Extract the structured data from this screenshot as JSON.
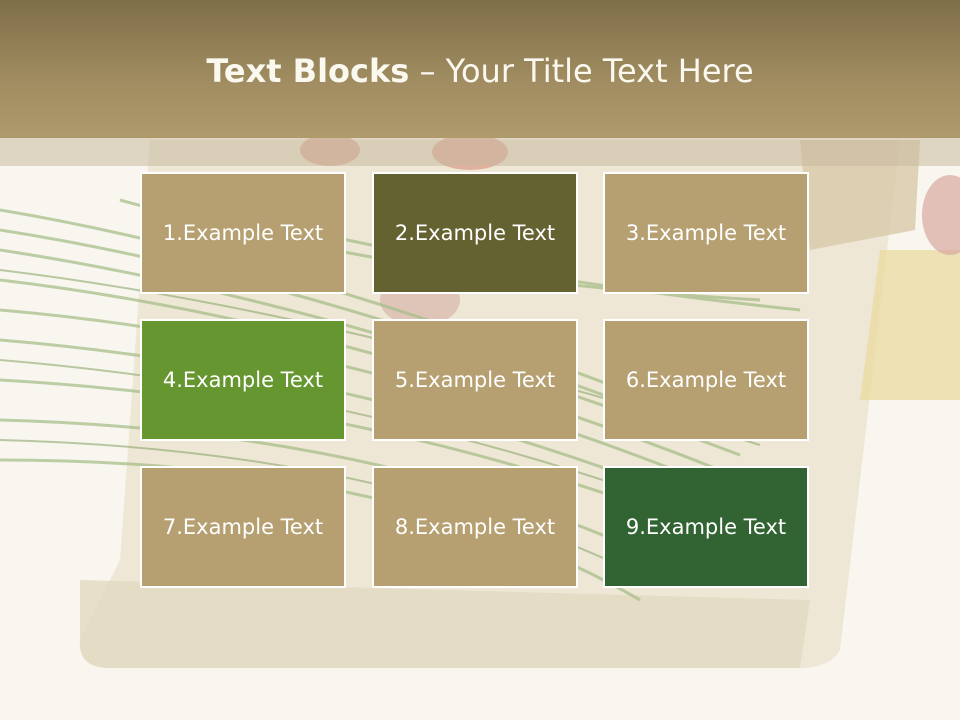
{
  "slide": {
    "title_bold": "Text Blocks",
    "title_dash": " – ",
    "title_rest": "Your Title Text Here"
  },
  "colors": {
    "header": "#a18d61",
    "tan": "#b6a071",
    "olive": "#656232",
    "green": "#66962f",
    "dark_green": "#326332"
  },
  "blocks": [
    {
      "label": "1.Example Text",
      "color": "#b6a071"
    },
    {
      "label": "2.Example Text",
      "color": "#656232"
    },
    {
      "label": "3.Example Text",
      "color": "#b6a071"
    },
    {
      "label": "4.Example Text",
      "color": "#66962f"
    },
    {
      "label": "5.Example Text",
      "color": "#b6a071"
    },
    {
      "label": "6.Example Text",
      "color": "#b6a071"
    },
    {
      "label": "7.Example Text",
      "color": "#b6a071"
    },
    {
      "label": "8.Example Text",
      "color": "#b6a071"
    },
    {
      "label": "9.Example Text",
      "color": "#326332"
    }
  ]
}
